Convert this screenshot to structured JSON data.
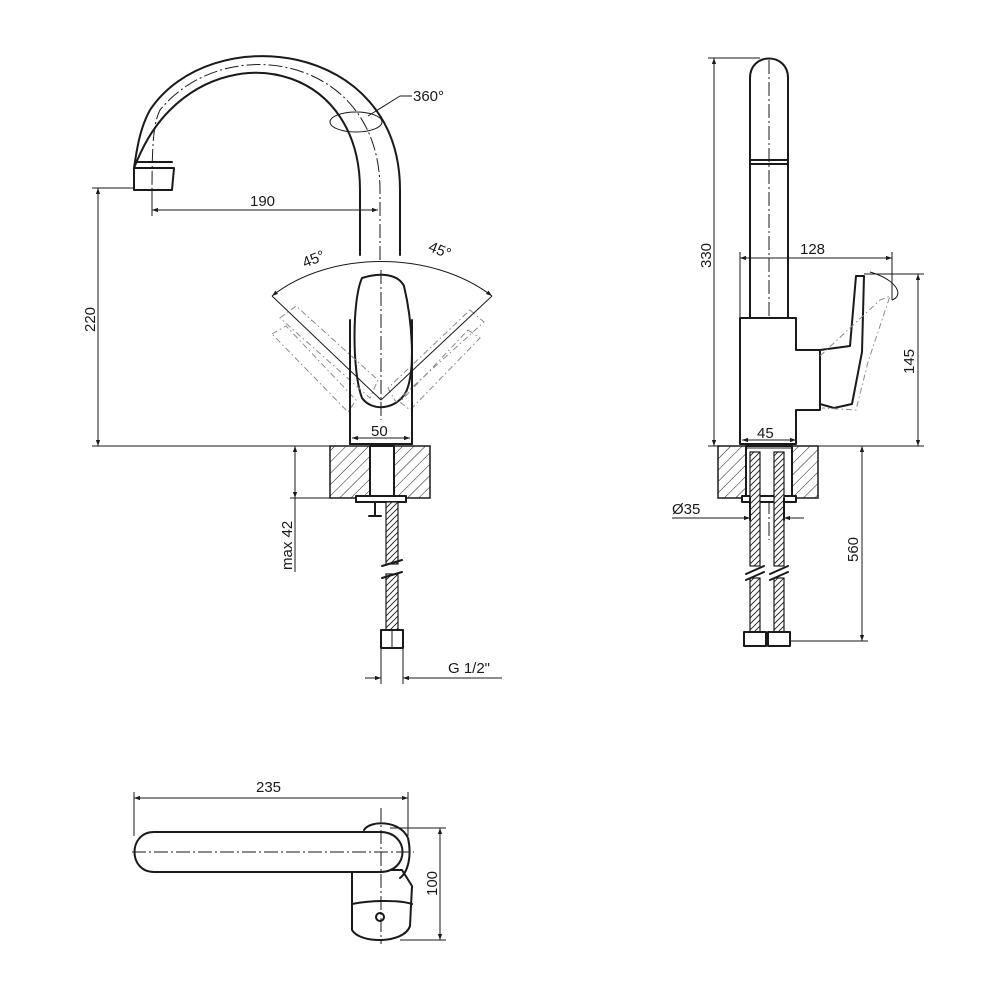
{
  "dimensions": {
    "rotation": "360°",
    "spout_reach": "190",
    "handle_angle_left": "45°",
    "handle_angle_right": "45°",
    "height_to_spout": "220",
    "body_width": "50",
    "max_thickness": "max 42",
    "connection_thread": "G 1/2\"",
    "total_height": "330",
    "handle_depth": "128",
    "handle_height": "145",
    "base_width": "45",
    "hole_diameter": "Ø35",
    "hose_length": "560",
    "spout_length": "235",
    "top_width": "100"
  },
  "colors": {
    "line": "#1a1a1a",
    "ghost_line": "#8a8a8a",
    "background": "#ffffff"
  }
}
